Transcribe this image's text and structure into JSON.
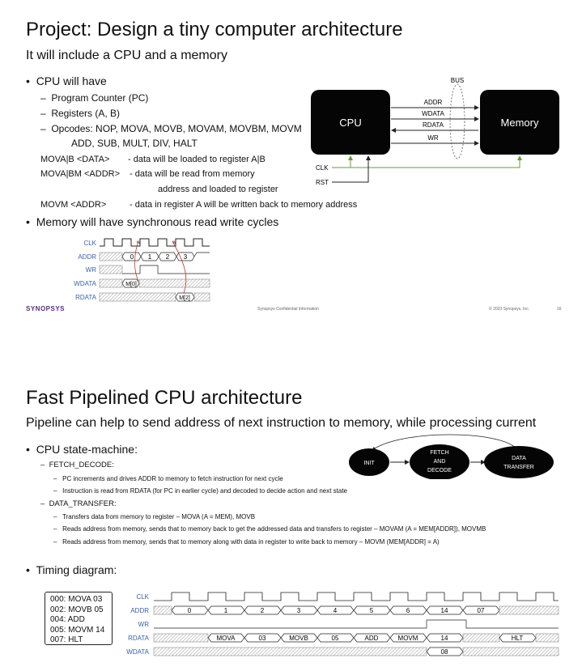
{
  "slide1": {
    "title": "Project: Design a tiny computer architecture",
    "subtitle": "It will include a CPU and a memory",
    "bullet_cpu": "CPU will have",
    "sub_items": [
      "Program Counter (PC)",
      "Registers (A, B)",
      "Opcodes: NOP, MOVA, MOVB, MOVAM, MOVBM, MOVM",
      "ADD, SUB, MULT, DIV, HALT"
    ],
    "instr_lines": [
      {
        "op": "MOVA|B <DATA>",
        "desc": "- data will be loaded to register A|B"
      },
      {
        "op": "MOVA|BM <ADDR>",
        "desc": "- data will be read from memory"
      },
      {
        "op": "",
        "desc": "address and loaded to register"
      },
      {
        "op": "MOVM <ADDR>",
        "desc": "- data in register A will be written back to memory address"
      }
    ],
    "bullet_mem": "Memory will have synchronous read write cycles",
    "block": {
      "bus": "BUS",
      "cpu": "CPU",
      "memory": "Memory",
      "signals": [
        "ADDR",
        "WDATA",
        "RDATA",
        "WR"
      ],
      "clk": "CLK",
      "rst": "RST"
    },
    "timing": {
      "rows": [
        "CLK",
        "ADDR",
        "WR",
        "WDATA",
        "RDATA"
      ],
      "addr_vals": [
        "0",
        "1",
        "2",
        "3"
      ],
      "wdata_val": "M[0]",
      "rdata_val": "M[2]",
      "clk_marks": [
        "w",
        "w"
      ]
    },
    "footer": {
      "logo": "SYNOPSYS",
      "center": "Synopsys Confidential Information",
      "right": "© 2023 Synopsys, Inc.",
      "page": "16"
    }
  },
  "slide2": {
    "title": "Fast Pipelined CPU architecture",
    "subtitle": "Pipeline can help to send address of next instruction to memory, while processing current",
    "bullet_sm": "CPU state-machine:",
    "fetch_label": "FETCH_DECODE:",
    "fetch_items": [
      "PC increments and drives ADDR to memory to fetch instruction for next cycle",
      "Instruction is read from RDATA (for PC in earlier cycle) and decoded to decide action and next state"
    ],
    "dt_label": "DATA_TRANSFER:",
    "dt_items": [
      "Transfers data from memory to register – MOVA (A = MEM), MOVB",
      "Reads address from memory, sends that to memory back to get the addressed data and transfers to register – MOVAM (A = MEM[ADDR]), MOVMB",
      "Reads address from memory, sends that to memory along with data in register to write back to memory – MOVM (MEM[ADDR] = A)"
    ],
    "states": {
      "init": "INIT",
      "fetch": [
        "FETCH",
        "AND",
        "DECODE"
      ],
      "data": [
        "DATA",
        "TRANSFER"
      ]
    },
    "bullet_timing": "Timing diagram:",
    "program": [
      "000: MOVA 03",
      "002: MOVB 05",
      "004: ADD",
      "005: MOVM 14",
      "007: HLT"
    ],
    "timing": {
      "rows": [
        "CLK",
        "ADDR",
        "WR",
        "RDATA",
        "WDATA"
      ],
      "addr_vals": [
        "0",
        "1",
        "2",
        "3",
        "4",
        "5",
        "6",
        "14",
        "07"
      ],
      "rdata_vals": [
        "MOVA",
        "03",
        "MOVB",
        "05",
        "ADD",
        "MOVM",
        "14",
        "HLT"
      ],
      "wdata_val": "08"
    }
  }
}
